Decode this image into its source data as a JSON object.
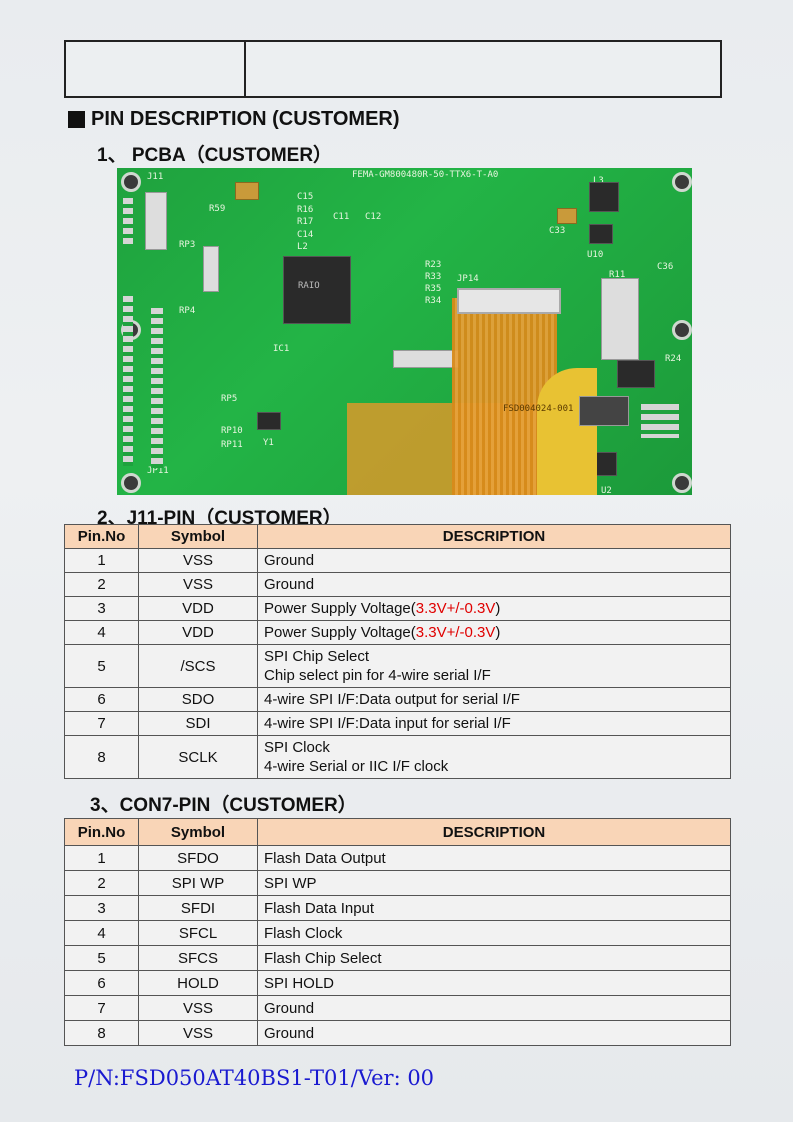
{
  "heading": {
    "title": "PIN DESCRIPTION (CUSTOMER)",
    "pcba_title": "1、 PCBA（CUSTOMER）",
    "j11_title": "2、J11-PIN（CUSTOMER）",
    "con7_title": "3、CON7-PIN（CUSTOMER）"
  },
  "pcb": {
    "part_label": "FEMA-GM800480R-50-TTX6-T-A0",
    "labels": [
      "J11",
      "R59",
      "RP3",
      "RP4",
      "C15",
      "R16",
      "R17",
      "C14",
      "L2",
      "C11",
      "C12",
      "R23",
      "R33",
      "R35",
      "R34",
      "JP14",
      "C33",
      "U10",
      "R11",
      "C36",
      "R24",
      "U2",
      "IC1",
      "Y1",
      "RP5",
      "RP10",
      "RP11",
      "JP11",
      "L3",
      "FSD004024-001"
    ],
    "chip_marking": "RAIO"
  },
  "j11_table": {
    "headers": [
      "Pin.No",
      "Symbol",
      "DESCRIPTION"
    ],
    "rows": [
      {
        "pin": "1",
        "symbol": "VSS",
        "desc": "Ground"
      },
      {
        "pin": "2",
        "symbol": "VSS",
        "desc": "Ground"
      },
      {
        "pin": "3",
        "symbol": "VDD",
        "desc_prefix": "Power Supply Voltage(",
        "desc_red": "3.3V+/-0.3V",
        "desc_suffix": ")"
      },
      {
        "pin": "4",
        "symbol": "VDD",
        "desc_prefix": "Power Supply Voltage(",
        "desc_red": "3.3V+/-0.3V",
        "desc_suffix": ")"
      },
      {
        "pin": "5",
        "symbol": "/SCS",
        "desc": "SPI Chip Select",
        "desc2": "Chip select pin for 4-wire serial I/F"
      },
      {
        "pin": "6",
        "symbol": "SDO",
        "desc": "4-wire SPI I/F:Data output for serial I/F"
      },
      {
        "pin": "7",
        "symbol": "SDI",
        "desc": "4-wire SPI I/F:Data input for serial I/F"
      },
      {
        "pin": "8",
        "symbol": "SCLK",
        "desc": "SPI Clock",
        "desc2": "4-wire Serial or IIC I/F clock"
      }
    ]
  },
  "con7_table": {
    "headers": [
      "Pin.No",
      "Symbol",
      "DESCRIPTION"
    ],
    "rows": [
      {
        "pin": "1",
        "symbol": "SFDO",
        "desc": "Flash Data Output"
      },
      {
        "pin": "2",
        "symbol": "SPI WP",
        "desc": "SPI WP"
      },
      {
        "pin": "3",
        "symbol": "SFDI",
        "desc": "Flash Data Input"
      },
      {
        "pin": "4",
        "symbol": "SFCL",
        "desc": "Flash Clock"
      },
      {
        "pin": "5",
        "symbol": "SFCS",
        "desc": "Flash Chip Select"
      },
      {
        "pin": "6",
        "symbol": "HOLD",
        "desc": "SPI HOLD"
      },
      {
        "pin": "7",
        "symbol": "VSS",
        "desc": "Ground"
      },
      {
        "pin": "8",
        "symbol": "VSS",
        "desc": "Ground"
      }
    ]
  },
  "footer": {
    "part_number": "P/N:FSD050AT40BS1-T01/Ver: 00"
  },
  "colors": {
    "header_fill": "#f9d5b7",
    "highlight_red": "#e00000",
    "footer_blue": "#1a1ad0",
    "pcb_green": "#1fa23e"
  }
}
